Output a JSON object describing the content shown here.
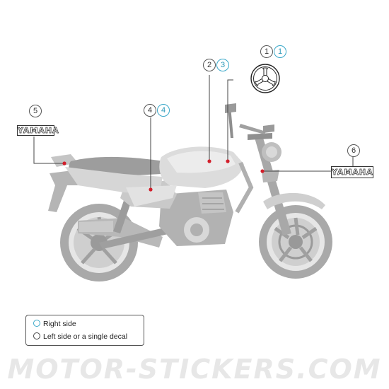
{
  "callouts": [
    {
      "left": "1",
      "right": "1"
    },
    {
      "left": "2",
      "right": "3"
    },
    {
      "left": "4",
      "right": "4"
    },
    {
      "left": "5"
    },
    {
      "left": "6"
    }
  ],
  "decals": {
    "left_decal_text": "YAMAHA",
    "right_decal_text": "YAMAHA",
    "tank_emblem": "tuning-fork-emblem"
  },
  "legend": {
    "right_side": "Right side",
    "left_or_single": "Left side or a single decal"
  },
  "watermark": "MOTOR-STICKERS.COM",
  "colors": {
    "right_side_marker": "#3aa8c9",
    "left_side_marker": "#444444",
    "callout_point": "#d21f2b",
    "motorcycle_tone": "#bdbdbd"
  }
}
